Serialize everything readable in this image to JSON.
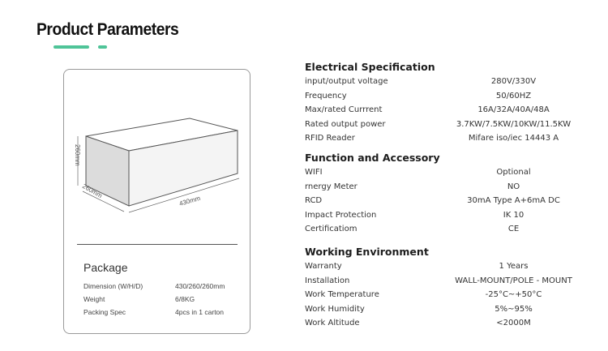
{
  "header": {
    "title": "Product Parameters"
  },
  "colors": {
    "accent": "#4fc498",
    "text": "#2a2a2a",
    "heading": "#111111"
  },
  "package_card": {
    "dimensions_drawing": {
      "height_label": "260mm",
      "depth_label": "260mm",
      "width_label": "430mm"
    },
    "title": "Package",
    "rows": [
      {
        "label": "Dimension (W/H/D)",
        "value": "430/260/260mm"
      },
      {
        "label": "Weight",
        "value": "6/8KG"
      },
      {
        "label": "Packing Spec",
        "value": "4pcs in 1 carton"
      }
    ]
  },
  "sections": [
    {
      "title": "Electrical Specification",
      "rows": [
        {
          "label": "input/output voltage",
          "value": "280V/330V"
        },
        {
          "label": "Frequency",
          "value": "50/60HZ"
        },
        {
          "label": "Max/rated Currrent",
          "value": "16A/32A/40A/48A"
        },
        {
          "label": "Rated output power",
          "value": "3.7KW/7.5KW/10KW/11.5KW"
        },
        {
          "label": "RFID Reader",
          "value": "Mifare iso/iec 14443 A"
        }
      ]
    },
    {
      "title": "Function and Accessory",
      "rows": [
        {
          "label": "WIFI",
          "value": "Optional"
        },
        {
          "label": "rnergy Meter",
          "value": "NO"
        },
        {
          "label": "RCD",
          "value": "30mA Type A+6mA DC"
        },
        {
          "label": "Impact Protection",
          "value": "IK 10"
        },
        {
          "label": "Certificatiom",
          "value": "CE"
        }
      ]
    },
    {
      "title": "Working Environment",
      "rows": [
        {
          "label": "Warranty",
          "value": "1 Years"
        },
        {
          "label": "Installation",
          "value": "WALL-MOUNT/POLE - MOUNT"
        },
        {
          "label": "Work Temperature",
          "value": "-25°C~+50°C"
        },
        {
          "label": "Work Humidity",
          "value": "5%~95%"
        },
        {
          "label": "Work Altitude",
          "value": "<2000M"
        }
      ]
    }
  ]
}
